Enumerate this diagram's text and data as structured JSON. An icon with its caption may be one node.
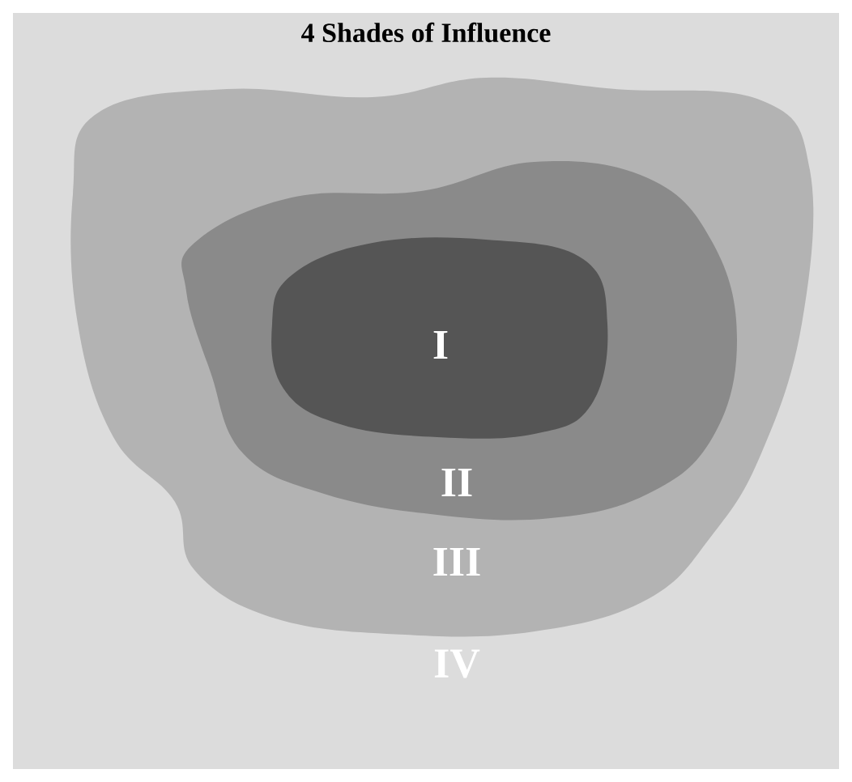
{
  "diagram": {
    "title": "4 Shades of Influence",
    "nodes": [
      {
        "text": [
          "IV"
        ]
      },
      {
        "text": [
          "III"
        ],
        "in": 0
      },
      {
        "text": [
          "II"
        ],
        "in": 1
      },
      {
        "text": [
          "I"
        ],
        "in": 2
      }
    ]
  }
}
